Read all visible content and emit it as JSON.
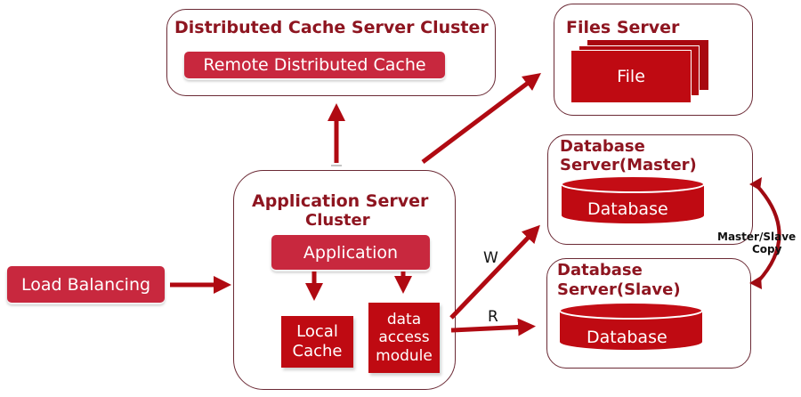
{
  "diagram": {
    "colors": {
      "accent": "#bf0a12",
      "pill": "#c8283e",
      "title": "#8e1520",
      "border": "#6b2a35"
    },
    "load_balancer": {
      "label": "Load Balancing"
    },
    "cache_cluster": {
      "title": "Distributed Cache Server Cluster",
      "component": "Remote Distributed Cache"
    },
    "files_server": {
      "title": "Files Server",
      "component": "File"
    },
    "db_master": {
      "title_line1": "Database",
      "title_line2": "Server(Master)",
      "component": "Database"
    },
    "db_slave": {
      "title_line1": "Database",
      "title_line2": "Server(Slave)",
      "component": "Database"
    },
    "app_cluster": {
      "title_line1": "Application Server",
      "title_line2": "Cluster",
      "application": "Application",
      "local_cache_line1": "Local",
      "local_cache_line2": "Cache",
      "dam_line1": "data",
      "dam_line2": "access",
      "dam_line3": "module"
    },
    "edges": {
      "write_label": "W",
      "read_label": "R",
      "replication_line1": "Master/Slave",
      "replication_line2": "Copy"
    }
  }
}
